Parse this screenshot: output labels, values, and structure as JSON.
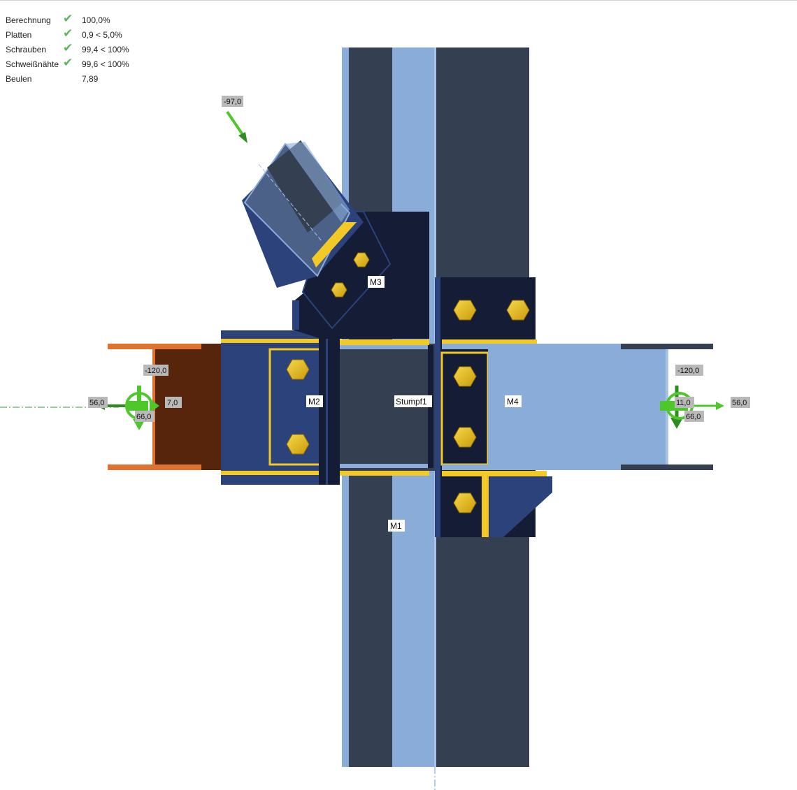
{
  "results": [
    {
      "label": "Berechnung",
      "check": true,
      "value": "100,0%"
    },
    {
      "label": "Platten",
      "check": true,
      "value": "0,9 < 5,0%"
    },
    {
      "label": "Schrauben",
      "check": true,
      "value": " 99,4 < 100%"
    },
    {
      "label": "Schweißnähte",
      "check": true,
      "value": " 99,6 < 100%"
    },
    {
      "label": "Beulen",
      "check": false,
      "value": "7,89"
    }
  ],
  "members": {
    "m1": "M1",
    "m2": "M2",
    "m3": "M3",
    "m4": "M4",
    "stumpf": "Stumpf1"
  },
  "loads": {
    "m3_n": "-97,0",
    "m2_vz": "-120,0",
    "m2_n": "56,0",
    "m2_my": "7,0",
    "m2_mz": "66,0",
    "m4_vz": "-120,0",
    "m4_my": "11,0",
    "m4_mz": "66,0",
    "m4_n": "56,0"
  },
  "check_symbol": "✔",
  "colors": {
    "column_dark": "#344051",
    "column_light": "#8aacd9",
    "plate_dark": "#151c35",
    "plate_blue": "#2b427b",
    "bolt_yellow": "#e8c41b",
    "weld_yellow": "#f2c925",
    "orange": "#e0712e",
    "brown": "#57250c",
    "load_green": "#4ec72b"
  }
}
